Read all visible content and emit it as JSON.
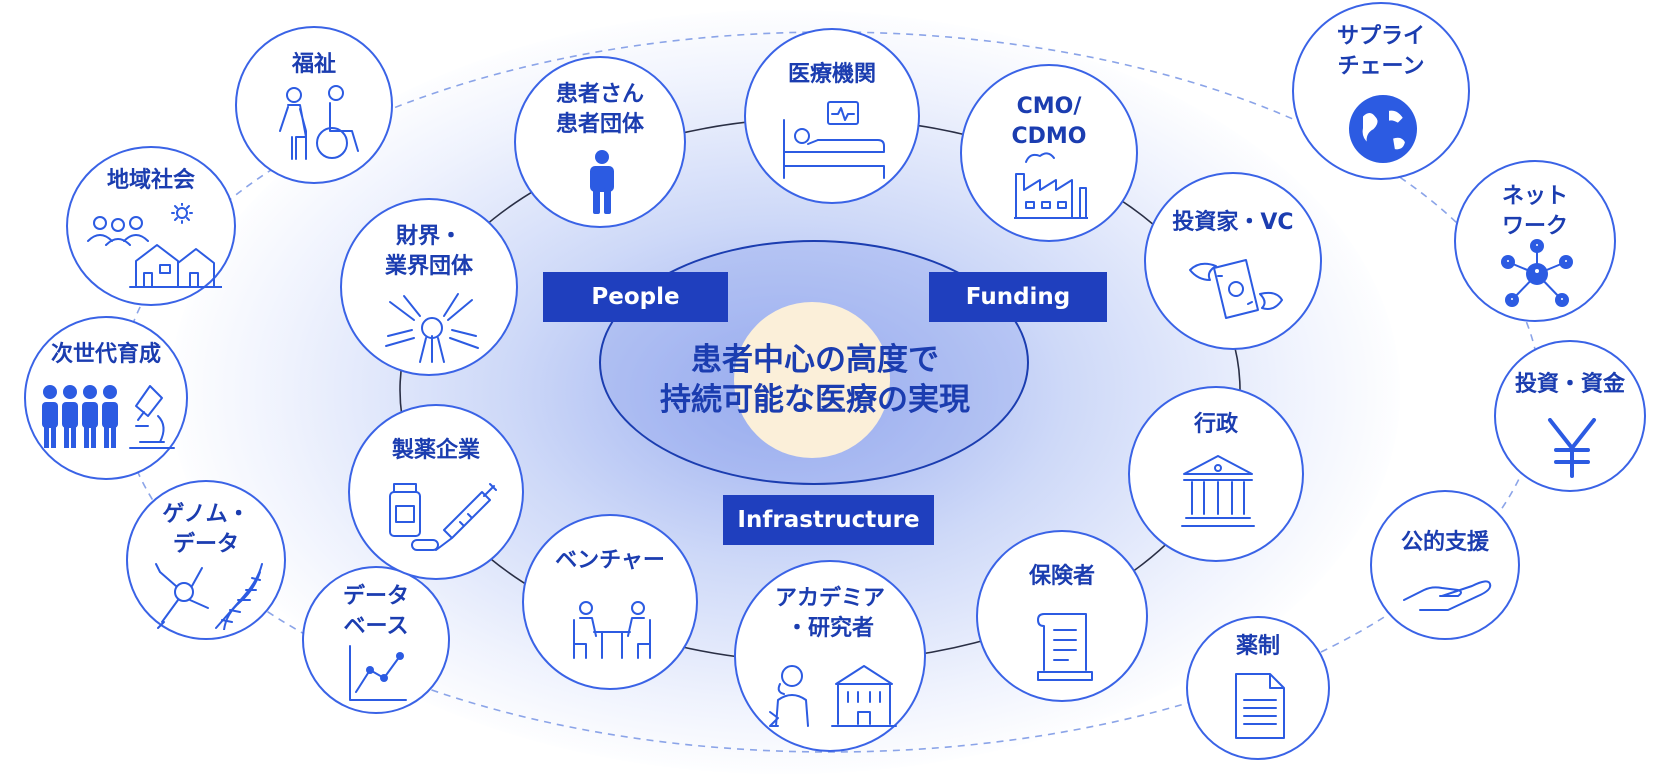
{
  "center": {
    "line1": "患者中心の高度で",
    "line2": "持続可能な医療の実現"
  },
  "labels": {
    "people": "People",
    "funding": "Funding",
    "infrastructure": "Infrastructure"
  },
  "inner_nodes": {
    "kanja": [
      "患者さん",
      "患者団体"
    ],
    "iryokikan": [
      "医療機関"
    ],
    "cmo": [
      "CMO/",
      "CDMO"
    ],
    "toshika": [
      "投資家・VC"
    ],
    "gyosei": [
      "行政"
    ],
    "hokensha": [
      "保険者"
    ],
    "academia": [
      "アカデミア",
      "・研究者"
    ],
    "venture": [
      "ベンチャー"
    ],
    "seiyaku": [
      "製薬企業"
    ],
    "zaikai": [
      "財界・",
      "業界団体"
    ]
  },
  "outer_nodes": {
    "fukushi": [
      "福祉"
    ],
    "chiiki": [
      "地域社会"
    ],
    "jisedai": [
      "次世代育成"
    ],
    "genome": [
      "ゲノム・",
      "データ"
    ],
    "database": [
      "データ",
      "ベース"
    ],
    "supply": [
      "サプライ",
      "チェーン"
    ],
    "network": [
      "ネット",
      "ワーク"
    ],
    "shikin": [
      "投資・資金"
    ],
    "koteki": [
      "公的支援"
    ],
    "yakusei": [
      "薬制"
    ]
  },
  "icons": {
    "fukushi": "elderly-wheelchair-icon",
    "chiiki": "community-houses-icon",
    "jisedai": "children-microscope-icon",
    "genome": "neuron-dna-icon",
    "database": "line-graph-icon",
    "kanja": "person-icon",
    "iryokikan": "hospital-bed-icon",
    "cmo": "factory-icon",
    "toshika": "flying-money-icon",
    "zaikai": "joined-hands-icon",
    "seiyaku": "medicine-syringe-icon",
    "venture": "meeting-table-icon",
    "academia": "researcher-university-icon",
    "hokensha": "document-scroll-icon",
    "gyosei": "government-building-icon",
    "supply": "globe-icon",
    "network": "network-icon",
    "shikin": "yen-icon",
    "koteki": "helping-hand-icon",
    "yakusei": "document-icon"
  },
  "colors": {
    "primary": "#1b3db0",
    "label_bg": "#1f3fbe",
    "node_border": "#3a63e6",
    "center_sun": "#fbefd9",
    "glow": "#8ea4ec"
  }
}
